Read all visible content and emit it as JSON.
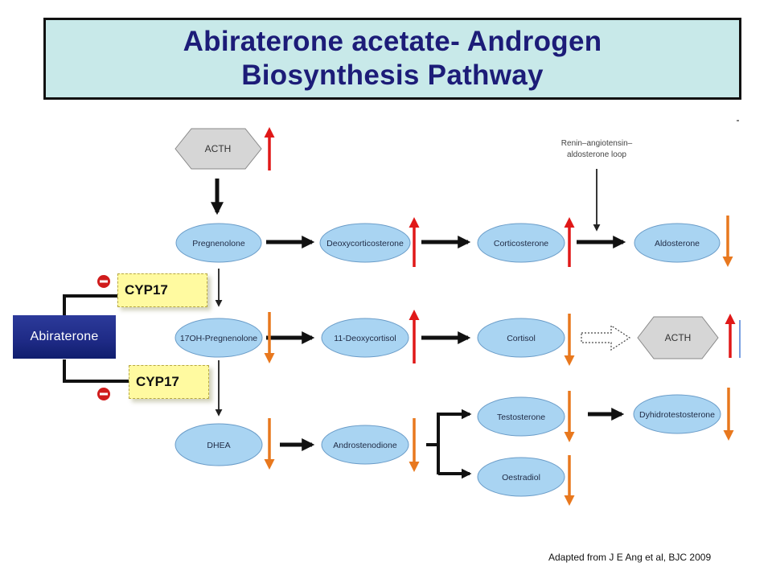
{
  "title": {
    "line1": "Abiraterone acetate- Androgen",
    "line2": "Biosynthesis Pathway"
  },
  "stimuli": {
    "acth_top": "ACTH",
    "acth_right": "ACTH",
    "renin_line1": "Renin–angiotensin–",
    "renin_line2": "aldosterone loop"
  },
  "nodes": {
    "pregnenolone": "Pregnenolone",
    "deoxycorticosterone": "Deoxycorticosterone",
    "corticosterone": "Corticosterone",
    "aldosterone": "Aldosterone",
    "hydroxypregnenolone": "17OH-Pregnenolone",
    "deoxycortisol": "11-Deoxycortisol",
    "cortisol": "Cortisol",
    "dhea": "DHEA",
    "androstenedione": "Androstenodione",
    "testosterone": "Testosterone",
    "dihydrotestosterone": "Dyhidrotestosterone",
    "oestradiol": "Oestradiol"
  },
  "inhibitor": {
    "drug": "Abiraterone",
    "enzyme_upper": "CYP17",
    "enzyme_lower": "CYP17"
  },
  "level_changes": {
    "acth_top": "up",
    "deoxycorticosterone": "up",
    "corticosterone": "up",
    "aldosterone": "down",
    "hydroxypregnenolone": "down",
    "deoxycortisol": "up",
    "cortisol": "down",
    "acth_right": "up",
    "dhea": "down",
    "androstenedione": "down",
    "testosterone": "down",
    "dihydrotestosterone": "down",
    "oestradiol": "down"
  },
  "colors": {
    "title_fill": "#c8e9e9",
    "title_text": "#1c1c78",
    "node_fill": "#a9d4f2",
    "increase_arrow": "#e01818",
    "decrease_arrow": "#e8781e",
    "drug_fill": "#1e2a85",
    "enzyme_fill": "#fffaa0"
  },
  "footer": {
    "credit": "Adapted from J E Ang et al, BJC 2009"
  }
}
